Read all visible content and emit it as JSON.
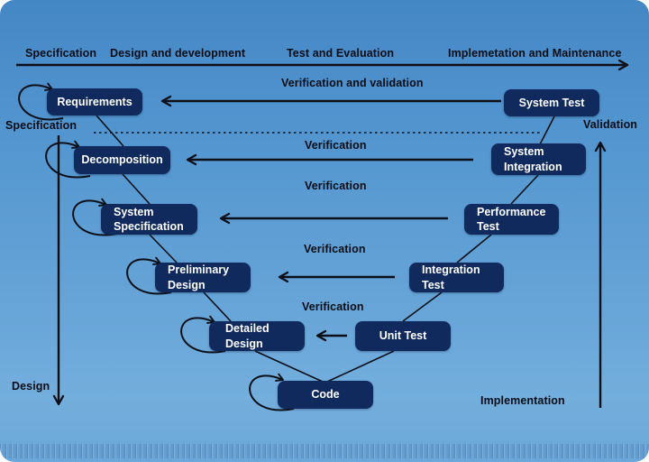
{
  "diagram_title": "V-model software development lifecycle",
  "colors": {
    "background_top": "#4487c5",
    "background_bottom": "#73aedd",
    "box_fill": "#102a5e",
    "box_text": "#ffffff",
    "line_color": "#0d1018",
    "label_text": "#0a0d16"
  },
  "timeline": {
    "phases": [
      "Specification",
      "Design and development",
      "Test and  Evaluation",
      "Implemetation and Maintenance"
    ]
  },
  "labels": {
    "verification_validation": "Verification and validation",
    "verification_1": "Verification",
    "verification_2": "Verification",
    "verification_3": "Verification",
    "verification_4": "Verification",
    "specification_side": "Specification",
    "design_side": "Design",
    "validation_side": "Validation",
    "implementation_side": "Implementation"
  },
  "boxes": {
    "requirements": "Requirements",
    "system_test": "System Test",
    "decomposition": "Decomposition",
    "system_integration": "System\nIntegration",
    "system_specification": "System\nSpecification",
    "performance_test": "Performance\nTest",
    "preliminary_design": "Preliminary\nDesign",
    "integration_test": "Integration\nTest",
    "detailed_design": "Detailed\nDesign",
    "unit_test": "Unit Test",
    "code": "Code"
  }
}
